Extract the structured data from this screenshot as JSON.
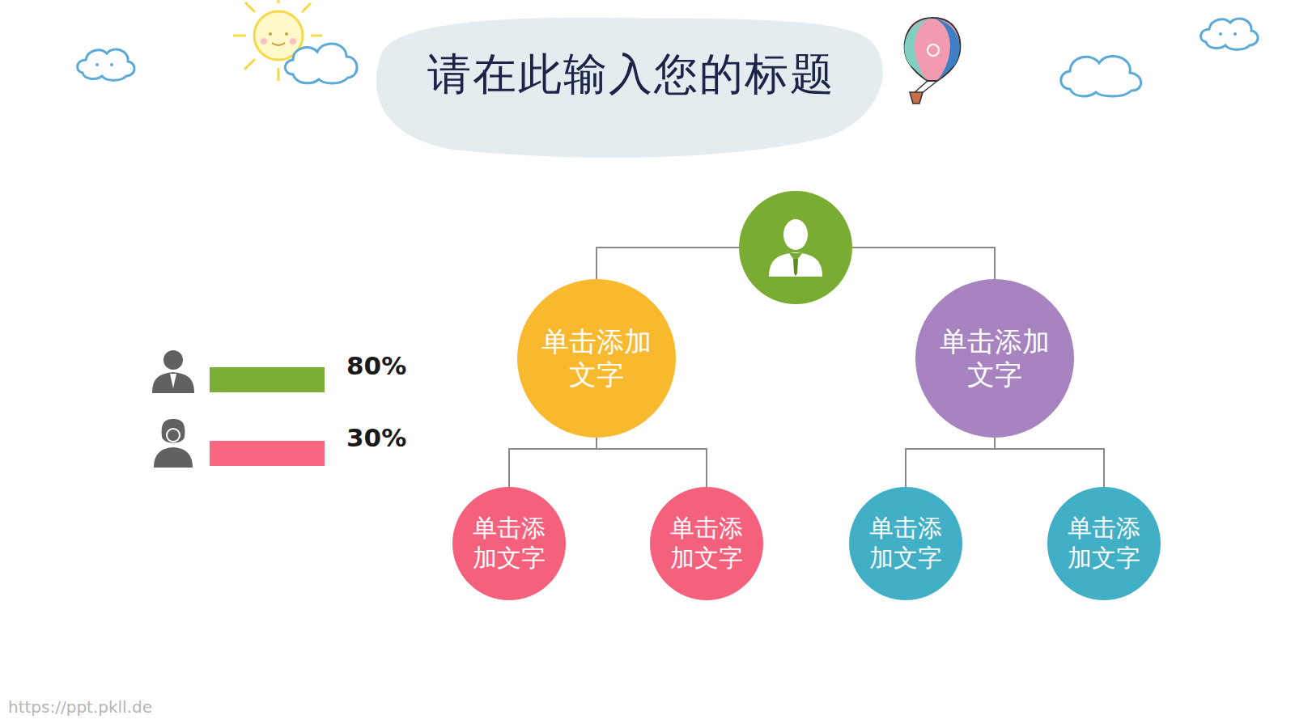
{
  "diagram": {
    "title": "请在此输入您的标题",
    "nodes": [
      {
        "text": []
      },
      {
        "text": [
          "单击添加 文字"
        ]
      },
      {
        "text": [
          "单击添加 文字"
        ]
      },
      {
        "text": [
          "单击添 加文字"
        ]
      },
      {
        "text": [
          "单击添 加文字"
        ]
      },
      {
        "text": [
          "单击添 加文字"
        ]
      },
      {
        "text": [
          "单击添 加文字"
        ]
      }
    ],
    "edges": [
      {
        "from": 0,
        "to": 1,
        "arrow": "none"
      },
      {
        "from": 0,
        "to": 2,
        "arrow": "none"
      },
      {
        "from": 1,
        "to": 3,
        "arrow": "none"
      },
      {
        "from": 1,
        "to": 4,
        "arrow": "none"
      },
      {
        "from": 2,
        "to": 5,
        "arrow": "none"
      },
      {
        "from": 2,
        "to": 6,
        "arrow": "none"
      }
    ],
    "labels": [
      "80%",
      "30%",
      "https://ppt.pkll.de"
    ]
  }
}
